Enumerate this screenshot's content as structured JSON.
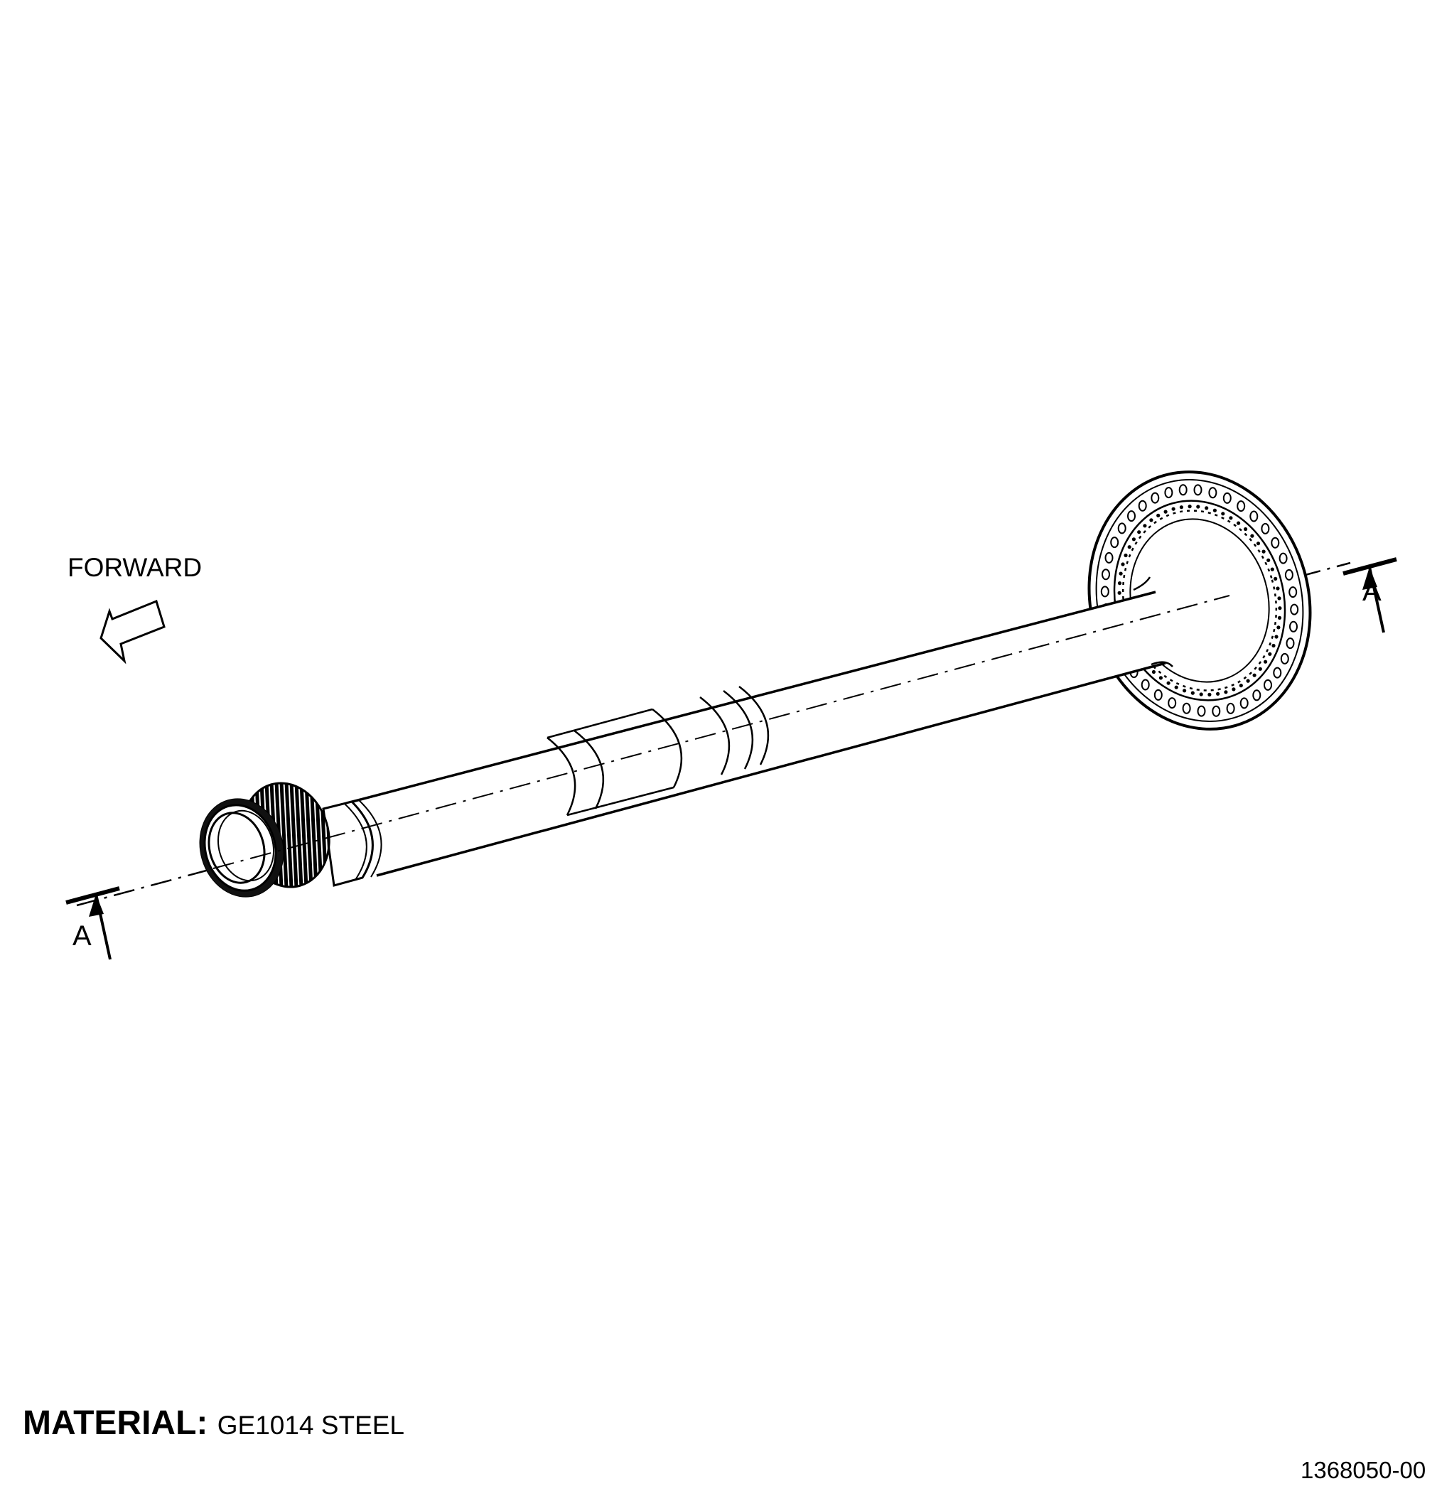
{
  "labels": {
    "forward": "FORWARD",
    "section_left": "A",
    "section_right": "A",
    "material_key": "MATERIAL:",
    "material_value": "GE1014 STEEL",
    "drawing_number": "1368050-00"
  },
  "colors": {
    "line": "#000000",
    "background": "#ffffff"
  }
}
